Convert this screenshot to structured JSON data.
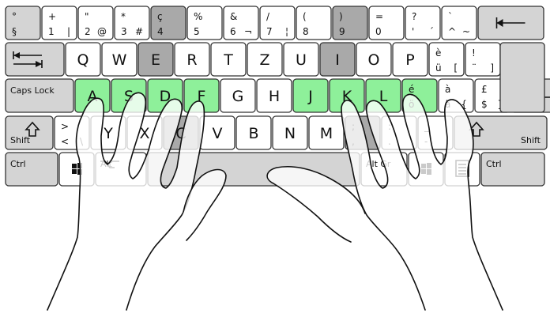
{
  "colors": {
    "key_white": "#ffffff",
    "key_gray": "#d4d4d4",
    "key_dark": "#a9a9a9",
    "key_home": "#8ef09a",
    "key_home_light": "#bff5c6",
    "stroke": "#333333"
  },
  "rows": [
    [
      {
        "id": "degree",
        "tl": "°",
        "bl": "§",
        "w": 44,
        "c": "key_gray"
      },
      {
        "id": "1",
        "tl": "+",
        "bl": "1",
        "br": "|",
        "w": 44,
        "c": "key_white"
      },
      {
        "id": "2",
        "tl": "\"",
        "bl": "2",
        "br": "@",
        "w": 44,
        "c": "key_white"
      },
      {
        "id": "3",
        "tl": "*",
        "bl": "3",
        "br": "#",
        "w": 44,
        "c": "key_white"
      },
      {
        "id": "4",
        "tl": "ç",
        "bl": "4",
        "w": 44,
        "c": "key_dark"
      },
      {
        "id": "5",
        "tl": "%",
        "bl": "5",
        "w": 44,
        "c": "key_white"
      },
      {
        "id": "6",
        "tl": "&",
        "bl": "6",
        "br": "¬",
        "w": 44,
        "c": "key_white"
      },
      {
        "id": "7",
        "tl": "/",
        "bl": "7",
        "br": "¦",
        "w": 44,
        "c": "key_white"
      },
      {
        "id": "8",
        "tl": "(",
        "bl": "8",
        "w": 44,
        "c": "key_white"
      },
      {
        "id": "9",
        "tl": ")",
        "bl": "9",
        "w": 44,
        "c": "key_dark"
      },
      {
        "id": "0",
        "tl": "=",
        "bl": "0",
        "w": 44,
        "c": "key_white"
      },
      {
        "id": "apos",
        "tl": "?",
        "bl": "'",
        "br": "´",
        "w": 44,
        "c": "key_white"
      },
      {
        "id": "hat",
        "tl": "`",
        "bl": "^",
        "br": "~",
        "w": 44,
        "c": "key_white"
      },
      {
        "id": "backspace",
        "icon": "backspace-icon",
        "w": 83,
        "c": "key_gray"
      }
    ],
    [
      {
        "id": "tab",
        "icon": "tab-icon",
        "w": 74,
        "c": "key_gray"
      },
      {
        "id": "q",
        "m": "Q",
        "w": 44,
        "c": "key_white"
      },
      {
        "id": "w",
        "m": "W",
        "w": 44,
        "c": "key_white"
      },
      {
        "id": "e",
        "m": "E",
        "w": 44,
        "c": "key_dark"
      },
      {
        "id": "r",
        "m": "R",
        "w": 44,
        "c": "key_white"
      },
      {
        "id": "t",
        "m": "T",
        "w": 44,
        "c": "key_white"
      },
      {
        "id": "z",
        "m": "Z",
        "w": 44,
        "c": "key_white"
      },
      {
        "id": "u",
        "m": "U",
        "w": 44,
        "c": "key_white"
      },
      {
        "id": "i",
        "m": "I",
        "w": 44,
        "c": "key_dark"
      },
      {
        "id": "o",
        "m": "O",
        "w": 44,
        "c": "key_white"
      },
      {
        "id": "p",
        "m": "P",
        "w": 44,
        "c": "key_white"
      },
      {
        "id": "egrave",
        "tl": "è",
        "bl": "ü",
        "br": "[",
        "w": 44,
        "c": "key_white"
      },
      {
        "id": "excl",
        "tl": "!",
        "bl": "¨",
        "br": "]",
        "w": 44,
        "c": "key_white"
      }
    ],
    [
      {
        "id": "capslock",
        "cap": "Caps Lock",
        "w": 86,
        "c": "key_gray"
      },
      {
        "id": "a",
        "m": "A",
        "w": 44,
        "c": "key_home"
      },
      {
        "id": "s",
        "m": "S",
        "w": 44,
        "c": "key_home"
      },
      {
        "id": "d",
        "m": "D",
        "w": 44,
        "c": "key_home"
      },
      {
        "id": "f",
        "m": "F",
        "w": 44,
        "c": "key_home"
      },
      {
        "id": "g",
        "m": "G",
        "w": 44,
        "c": "key_white"
      },
      {
        "id": "h",
        "m": "H",
        "w": 44,
        "c": "key_white"
      },
      {
        "id": "j",
        "m": "J",
        "w": 44,
        "c": "key_home"
      },
      {
        "id": "k",
        "m": "K",
        "w": 44,
        "c": "key_home"
      },
      {
        "id": "l",
        "m": "L",
        "w": 44,
        "c": "key_home"
      },
      {
        "id": "eacute",
        "tl": "é",
        "bl": "ö",
        "w": 44,
        "c": "key_home"
      },
      {
        "id": "agrave",
        "tl": "à",
        "bl": "ä",
        "br": "{",
        "w": 44,
        "c": "key_white"
      },
      {
        "id": "pound",
        "tl": "£",
        "bl": "$",
        "br": "}",
        "w": 44,
        "c": "key_white"
      },
      {
        "id": "enter",
        "icon": "enter-icon",
        "w": 62,
        "c": "key_gray"
      }
    ],
    [
      {
        "id": "lshift",
        "cap": "Shift",
        "icon": "shift-icon",
        "w": 60,
        "c": "key_gray"
      },
      {
        "id": "ltgt",
        "tl": ">",
        "bl": "<",
        "br": "\\",
        "w": 44,
        "c": "key_white"
      },
      {
        "id": "y",
        "m": "Y",
        "w": 44,
        "c": "key_white"
      },
      {
        "id": "x",
        "m": "X",
        "w": 44,
        "c": "key_white"
      },
      {
        "id": "c",
        "m": "C",
        "w": 44,
        "c": "key_dark"
      },
      {
        "id": "v",
        "m": "V",
        "w": 44,
        "c": "key_white"
      },
      {
        "id": "b",
        "m": "B",
        "w": 44,
        "c": "key_white"
      },
      {
        "id": "n",
        "m": "N",
        "w": 44,
        "c": "key_white"
      },
      {
        "id": "m",
        "m": "M",
        "w": 44,
        "c": "key_white"
      },
      {
        "id": "comma",
        "tl": ";",
        "bl": ",",
        "w": 44,
        "c": "key_dark"
      },
      {
        "id": "period",
        "tl": ":",
        "bl": ".",
        "w": 44,
        "c": "key_white"
      },
      {
        "id": "dash",
        "tl": "_",
        "bl": "-",
        "w": 44,
        "c": "key_white"
      },
      {
        "id": "rshift",
        "cap": "Shift",
        "icon": "shift-icon",
        "w": 117,
        "c": "key_gray"
      }
    ],
    [
      {
        "id": "lctrl",
        "cap": "Ctrl",
        "w": 66,
        "c": "key_gray"
      },
      {
        "id": "lwin",
        "icon": "windows-icon",
        "w": 44,
        "c": "key_white"
      },
      {
        "id": "alt",
        "cap": "Alt",
        "icon": "alt-icon",
        "w": 64,
        "c": "key_white"
      },
      {
        "id": "space",
        "w": 268,
        "c": "key_gray"
      },
      {
        "id": "altgr",
        "cap": "Alt Gr",
        "w": 58,
        "c": "key_white"
      },
      {
        "id": "rwin",
        "icon": "windows-icon",
        "w": 44,
        "c": "key_white"
      },
      {
        "id": "menu",
        "icon": "menu-icon",
        "w": 44,
        "c": "key_white"
      },
      {
        "id": "rctrl",
        "cap": "Ctrl",
        "w": 80,
        "c": "key_gray"
      }
    ]
  ]
}
